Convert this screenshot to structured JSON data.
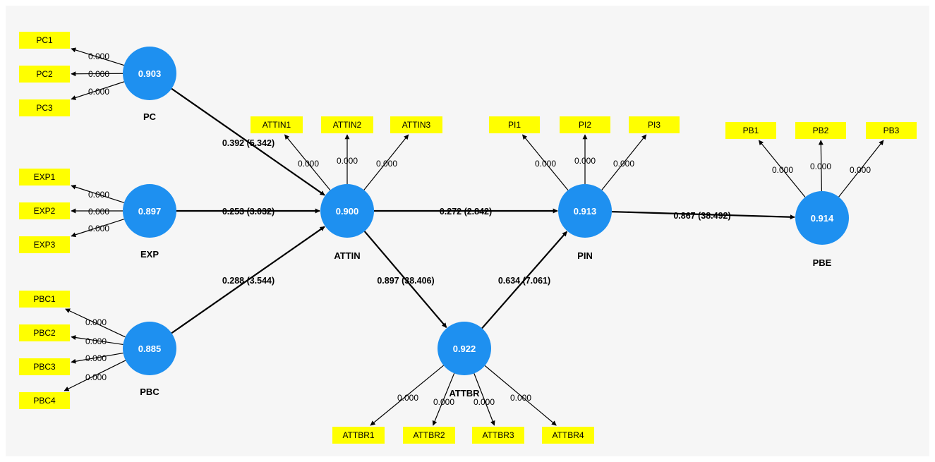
{
  "constructs": [
    {
      "id": "PC",
      "name": "PC",
      "value": "0.903",
      "indicators": [
        {
          "name": "PC1",
          "loading": "0.000"
        },
        {
          "name": "PC2",
          "loading": "0.000"
        },
        {
          "name": "PC3",
          "loading": "0.000"
        }
      ]
    },
    {
      "id": "EXP",
      "name": "EXP",
      "value": "0.897",
      "indicators": [
        {
          "name": "EXP1",
          "loading": "0.000"
        },
        {
          "name": "EXP2",
          "loading": "0.000"
        },
        {
          "name": "EXP3",
          "loading": "0.000"
        }
      ]
    },
    {
      "id": "PBC",
      "name": "PBC",
      "value": "0.885",
      "indicators": [
        {
          "name": "PBC1",
          "loading": "0.000"
        },
        {
          "name": "PBC2",
          "loading": "0.000"
        },
        {
          "name": "PBC3",
          "loading": "0.000"
        },
        {
          "name": "PBC4",
          "loading": "0.000"
        }
      ]
    },
    {
      "id": "ATTIN",
      "name": "ATTIN",
      "value": "0.900",
      "indicators": [
        {
          "name": "ATTIN1",
          "loading": "0.000"
        },
        {
          "name": "ATTIN2",
          "loading": "0.000"
        },
        {
          "name": "ATTIN3",
          "loading": "0.000"
        }
      ]
    },
    {
      "id": "ATTBR",
      "name": "ATTBR",
      "value": "0.922",
      "indicators": [
        {
          "name": "ATTBR1",
          "loading": "0.000"
        },
        {
          "name": "ATTBR2",
          "loading": "0.000"
        },
        {
          "name": "ATTBR3",
          "loading": "0.000"
        },
        {
          "name": "ATTBR4",
          "loading": "0.000"
        }
      ]
    },
    {
      "id": "PIN",
      "name": "PIN",
      "value": "0.913",
      "indicators": [
        {
          "name": "PI1",
          "loading": "0.000"
        },
        {
          "name": "PI2",
          "loading": "0.000"
        },
        {
          "name": "PI3",
          "loading": "0.000"
        }
      ]
    },
    {
      "id": "PBE",
      "name": "PBE",
      "value": "0.914",
      "indicators": [
        {
          "name": "PB1",
          "loading": "0.000"
        },
        {
          "name": "PB2",
          "loading": "0.000"
        },
        {
          "name": "PB3",
          "loading": "0.000"
        }
      ]
    }
  ],
  "paths": [
    {
      "from": "PC",
      "to": "ATTIN",
      "label": "0.392 (5.342)"
    },
    {
      "from": "EXP",
      "to": "ATTIN",
      "label": "0.253 (3.032)"
    },
    {
      "from": "PBC",
      "to": "ATTIN",
      "label": "0.288 (3.544)"
    },
    {
      "from": "ATTIN",
      "to": "PIN",
      "label": "0.272 (2.842)"
    },
    {
      "from": "ATTIN",
      "to": "ATTBR",
      "label": "0.897 (38.406)"
    },
    {
      "from": "ATTBR",
      "to": "PIN",
      "label": "0.634 (7.061)"
    },
    {
      "from": "PIN",
      "to": "PBE",
      "label": "0.867 (38.492)"
    }
  ]
}
